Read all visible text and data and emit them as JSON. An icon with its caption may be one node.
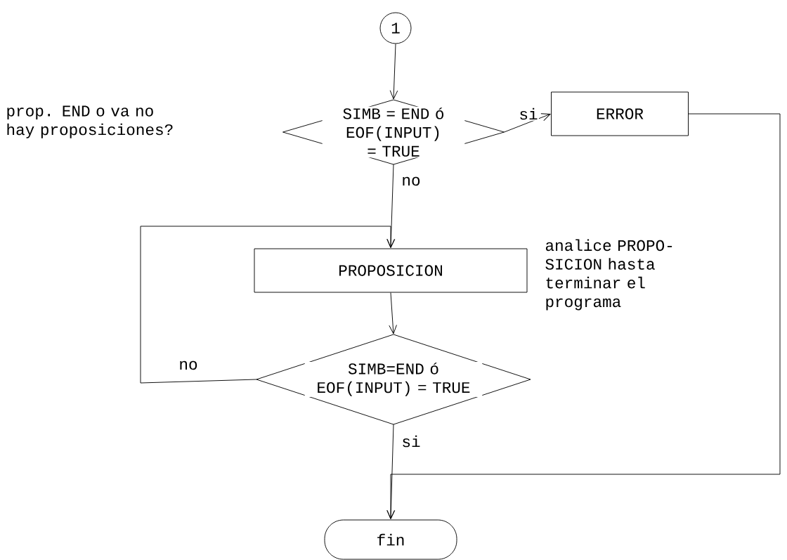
{
  "diagram": {
    "nodes": [
      {
        "text": [
          "1"
        ]
      },
      {
        "text": [
          "SIMB = END ó EOF(INPUT) = TRUE"
        ]
      },
      {
        "text": [
          "ERROR"
        ]
      },
      {
        "text": [
          "PROPOSICION"
        ]
      },
      {
        "text": [
          "SIMB=END ó EOF(INPUT) = TRUE"
        ]
      },
      {
        "text": [
          "fin"
        ]
      }
    ],
    "edges": [
      {
        "from": 0,
        "to": 1,
        "arrow": "to"
      },
      {
        "from": 1,
        "to": 2,
        "arrow": "to",
        "label": "si"
      },
      {
        "from": 1,
        "to": 3,
        "arrow": "to",
        "label": "no"
      },
      {
        "from": 3,
        "to": 4,
        "arrow": "to"
      },
      {
        "from": 4,
        "to": 3,
        "arrow": "to",
        "label": "no"
      },
      {
        "from": 4,
        "to": 5,
        "arrow": "to",
        "label": "si"
      },
      {
        "from": 2,
        "to": 5,
        "arrow": "to"
      }
    ],
    "labels": [
      "prop. END o va no hay proposiciones?",
      "analice PROPO-SICION hasta terminar el programa"
    ]
  }
}
